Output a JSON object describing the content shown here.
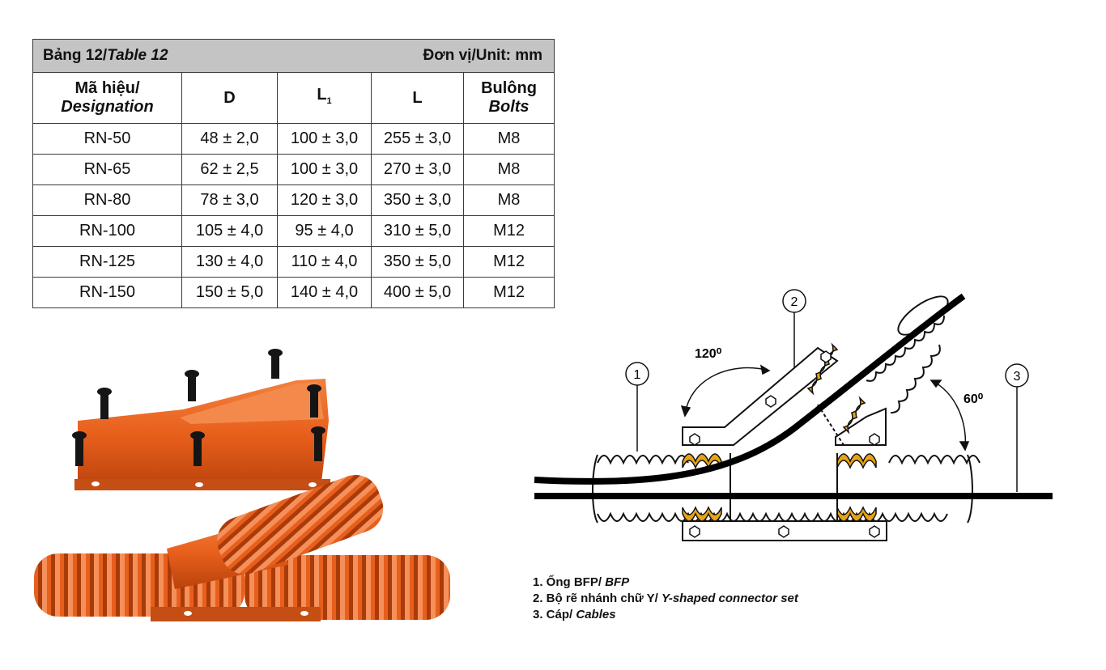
{
  "table": {
    "caption_vi": "Bảng 12/",
    "caption_en": "Table 12",
    "unit": "Đơn vị/Unit: mm",
    "headers": {
      "designation_vi": "Mã hiệu/",
      "designation_en": "Designation",
      "d": "D",
      "l1_main": "L",
      "l1_sub": "1",
      "l": "L",
      "bolts_vi": "Bulông",
      "bolts_en": "Bolts"
    },
    "rows": [
      [
        "RN-50",
        "48 ± 2,0",
        "100 ± 3,0",
        "255 ± 3,0",
        "M8"
      ],
      [
        "RN-65",
        "62 ± 2,5",
        "100 ± 3,0",
        "270 ± 3,0",
        "M8"
      ],
      [
        "RN-80",
        "78 ± 3,0",
        "120 ± 3,0",
        "350 ± 3,0",
        "M8"
      ],
      [
        "RN-100",
        "105 ± 4,0",
        "95 ± 4,0",
        "310 ± 5,0",
        "M12"
      ],
      [
        "RN-125",
        "130 ± 4,0",
        "110 ± 4,0",
        "350 ± 5,0",
        "M12"
      ],
      [
        "RN-150",
        "150 ± 5,0",
        "140 ± 4,0",
        "400 ± 5,0",
        "M12"
      ]
    ]
  },
  "diagram": {
    "callout_1": "1",
    "callout_2": "2",
    "callout_3": "3",
    "angle_1": "120⁰",
    "angle_2": "60⁰"
  },
  "legend": [
    {
      "vi": "1. Ống BFP/ ",
      "en": "BFP"
    },
    {
      "vi": "2. Bộ rẽ nhánh chữ Y/ ",
      "en": "Y-shaped connector set"
    },
    {
      "vi": "3. Cáp/ ",
      "en": "Cables"
    }
  ],
  "colors": {
    "product_orange": "#e85f1c",
    "table_header_gray": "#c4c4c4",
    "gasket_yellow": "#e8a317"
  }
}
